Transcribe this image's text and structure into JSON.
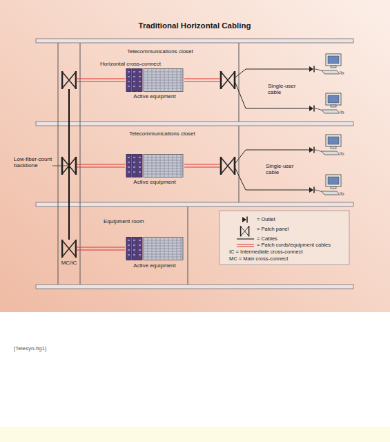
{
  "diagram": {
    "title": "Traditional Horizontal Cabling",
    "caption": "[Telesyn-fig1]",
    "nodes": [
      {
        "text": [
          "Telecommunications closet"
        ]
      },
      {
        "text": [
          "Horizontal cross-connect"
        ],
        "in": 0
      },
      {
        "text": [
          "Active equipment"
        ],
        "in": 0
      },
      {
        "text": [
          "Telecommunications closet"
        ]
      },
      {
        "text": [
          "Active equipment"
        ],
        "in": 3
      },
      {
        "text": [
          "Equipment room"
        ]
      },
      {
        "text": [
          "MC/IC"
        ],
        "in": 5
      },
      {
        "text": [
          "Active equipment"
        ],
        "in": 5
      }
    ],
    "edges": [
      {
        "from": 1,
        "to": 2,
        "arrow": "none"
      },
      {
        "from": 6,
        "to": 7,
        "arrow": "none"
      },
      {
        "from": 6,
        "to": 1,
        "arrow": "none"
      }
    ],
    "labels": [
      "Single-user cable",
      "Single-user cable",
      "Low-fiber-count backbone"
    ],
    "legend": [
      {
        "text": "= Outlet"
      },
      {
        "text": "= Patch panel"
      },
      {
        "text": "= Cables"
      },
      {
        "text": "= Patch cords/equipment cables"
      },
      {
        "text": "IC = Intermediate cross-connect"
      },
      {
        "text": "MC = Main cross-connect"
      }
    ]
  }
}
